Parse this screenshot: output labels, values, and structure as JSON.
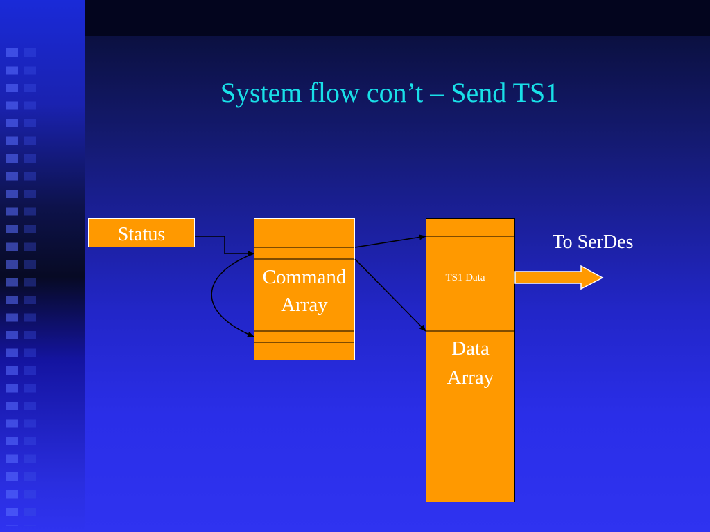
{
  "slide": {
    "title": "System flow con’t – Send TS1"
  },
  "diagram": {
    "status_box": "Status",
    "command_array": [
      "Command",
      "Array"
    ],
    "data_array": [
      "Data",
      "Array"
    ],
    "ts1_data": "TS1 Data",
    "output_label": "To SerDes"
  },
  "colors": {
    "box_fill": "#ff9900",
    "title": "#19e0e8",
    "background": "#2f33f0"
  }
}
